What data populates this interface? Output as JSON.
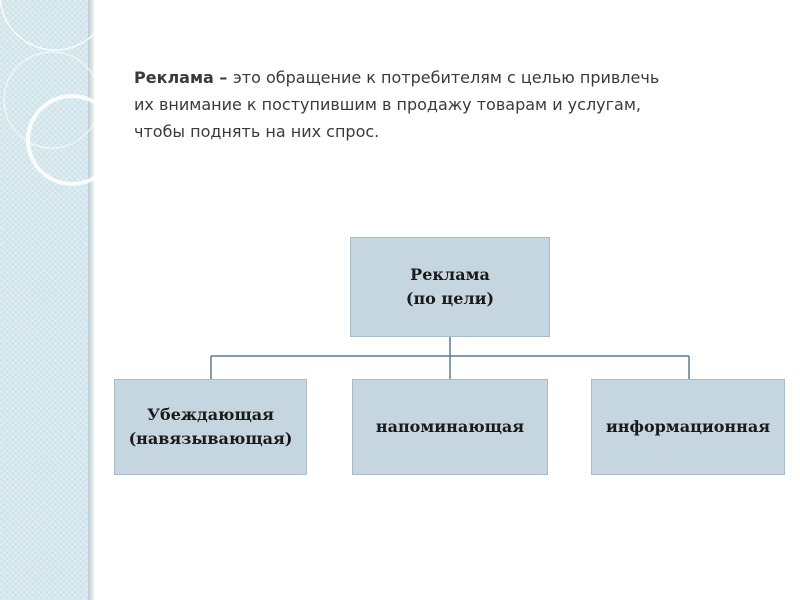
{
  "definition": {
    "term": "Реклама",
    "separator": " – ",
    "line1_rest": "это обращение к потребителям с целью привлечь",
    "line2": "их внимание к поступившим в продажу товарам и услугам,",
    "line3": "чтобы поднять на них спрос."
  },
  "diagram": {
    "root": {
      "line1": "Реклама",
      "line2": "(по цели)"
    },
    "children": [
      {
        "line1": "Убеждающая",
        "line2": "(навязывающая)"
      },
      {
        "line1": "напоминающая"
      },
      {
        "line1": "информационная"
      }
    ]
  },
  "colors": {
    "box_fill": "#c6d6e1",
    "connector": "#5d7a94",
    "side_panel": "#cfe3ea",
    "text": "#3a3a3a"
  }
}
